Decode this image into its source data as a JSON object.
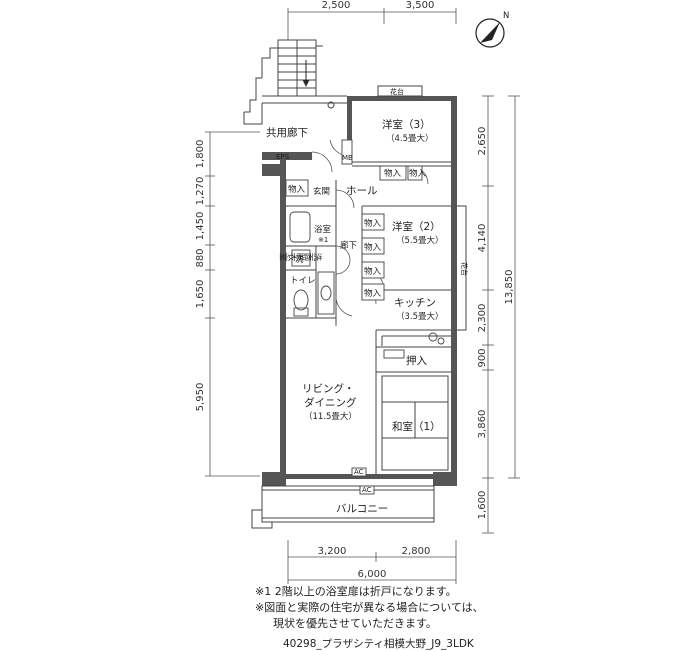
{
  "top_dims": [
    "2,500",
    "3,500"
  ],
  "left_dims": [
    "1,800",
    "1,270",
    "1,450",
    "880",
    "1,650",
    "5,950"
  ],
  "right_dims": [
    "2,650",
    "4,140",
    "2,300",
    "900",
    "3,860",
    "1,600"
  ],
  "right_total": "13,850",
  "bottom_dims": [
    "3,200",
    "2,800"
  ],
  "bottom_total": "6,000",
  "compass_label": "N",
  "rooms": {
    "corridor": "共用廊下",
    "western3_name": "洋室（3）",
    "western3_size": "（4.5畳大）",
    "western2_name": "洋室（2）",
    "western2_size": "（5.5畳大）",
    "hall": "ホール",
    "entrance": "玄関",
    "bath_name": "浴室",
    "bath_note": "※1",
    "hallway": "廊下",
    "washroom": "洗面脱衣室",
    "toilet": "トイレ",
    "washer": "洗",
    "kitchen_name": "キッチン",
    "kitchen_size": "（3.5畳大）",
    "closet_oshiire": "押入",
    "living_line1": "リビング・",
    "living_line2": "ダイニング",
    "living_size": "（11.5畳大）",
    "japanese": "和室（1）",
    "balcony": "バルコニー"
  },
  "tags": {
    "storage": "物入",
    "flower_box": "花台",
    "flower_box_side": "花台",
    "mb": "MB",
    "eps": "EPS",
    "ac": "AC"
  },
  "notes": [
    "※1 2階以上の浴室扉は折戸になります。",
    "※図面と実際の住宅が異なる場合については、",
    "　現状を優先させていただきます。"
  ],
  "plan_code": "40298_プラザシティ相模大野_J9_3LDK"
}
